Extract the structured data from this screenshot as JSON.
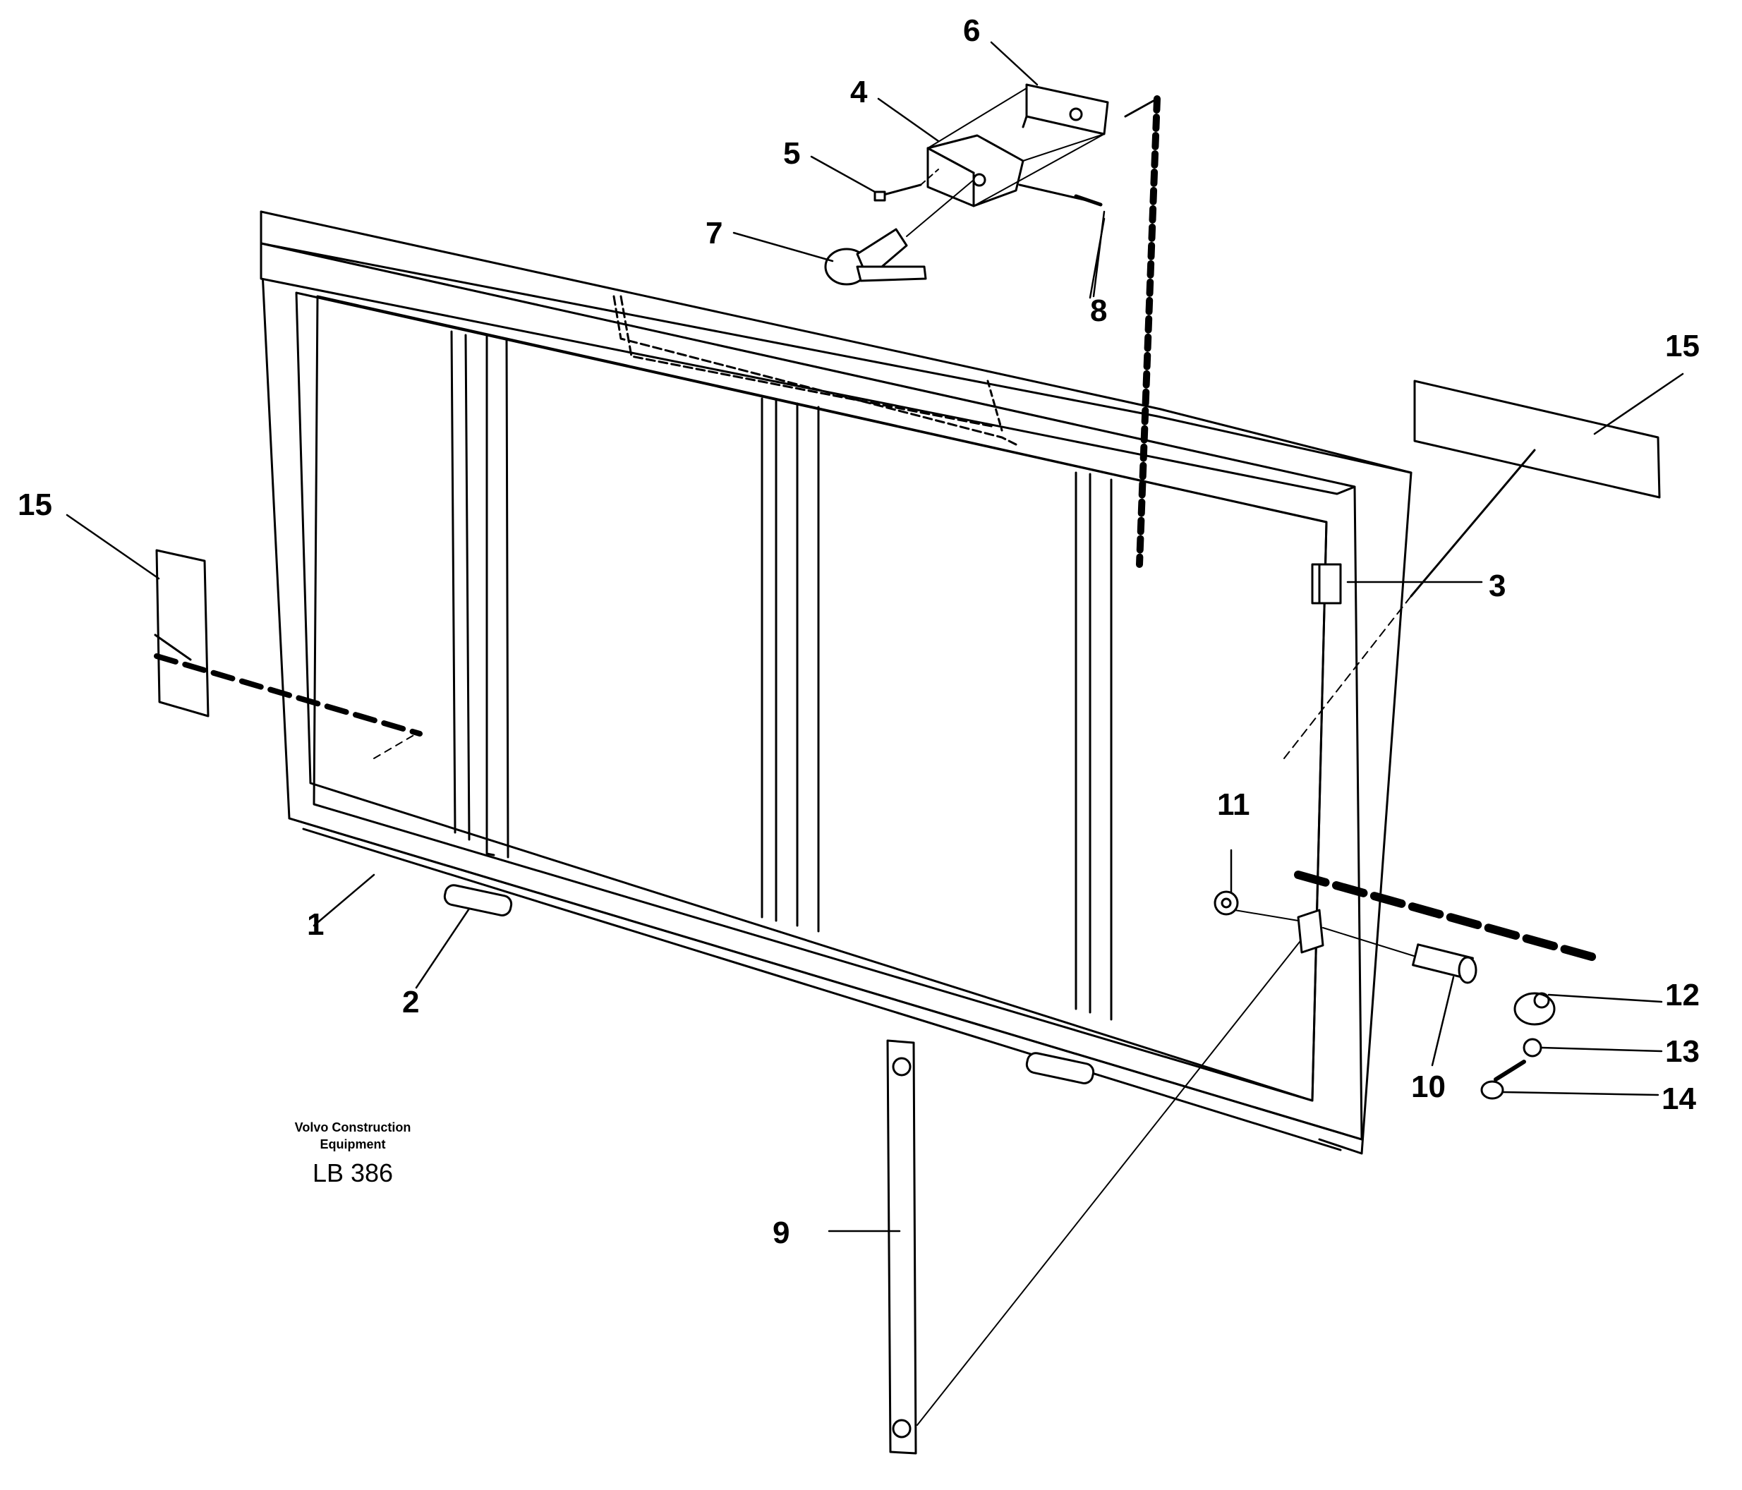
{
  "diagram": {
    "part_labels": {
      "p1": "1",
      "p2": "2",
      "p3": "3",
      "p4": "4",
      "p5": "5",
      "p6": "6",
      "p7": "7",
      "p8": "8",
      "p9": "9",
      "p10": "10",
      "p11": "11",
      "p12": "12",
      "p13": "13",
      "p14": "14",
      "p15a": "15",
      "p15b": "15"
    },
    "manufacturer_line1": "Volvo Construction",
    "manufacturer_line2": "Equipment",
    "drawing_code": "LB 386"
  }
}
